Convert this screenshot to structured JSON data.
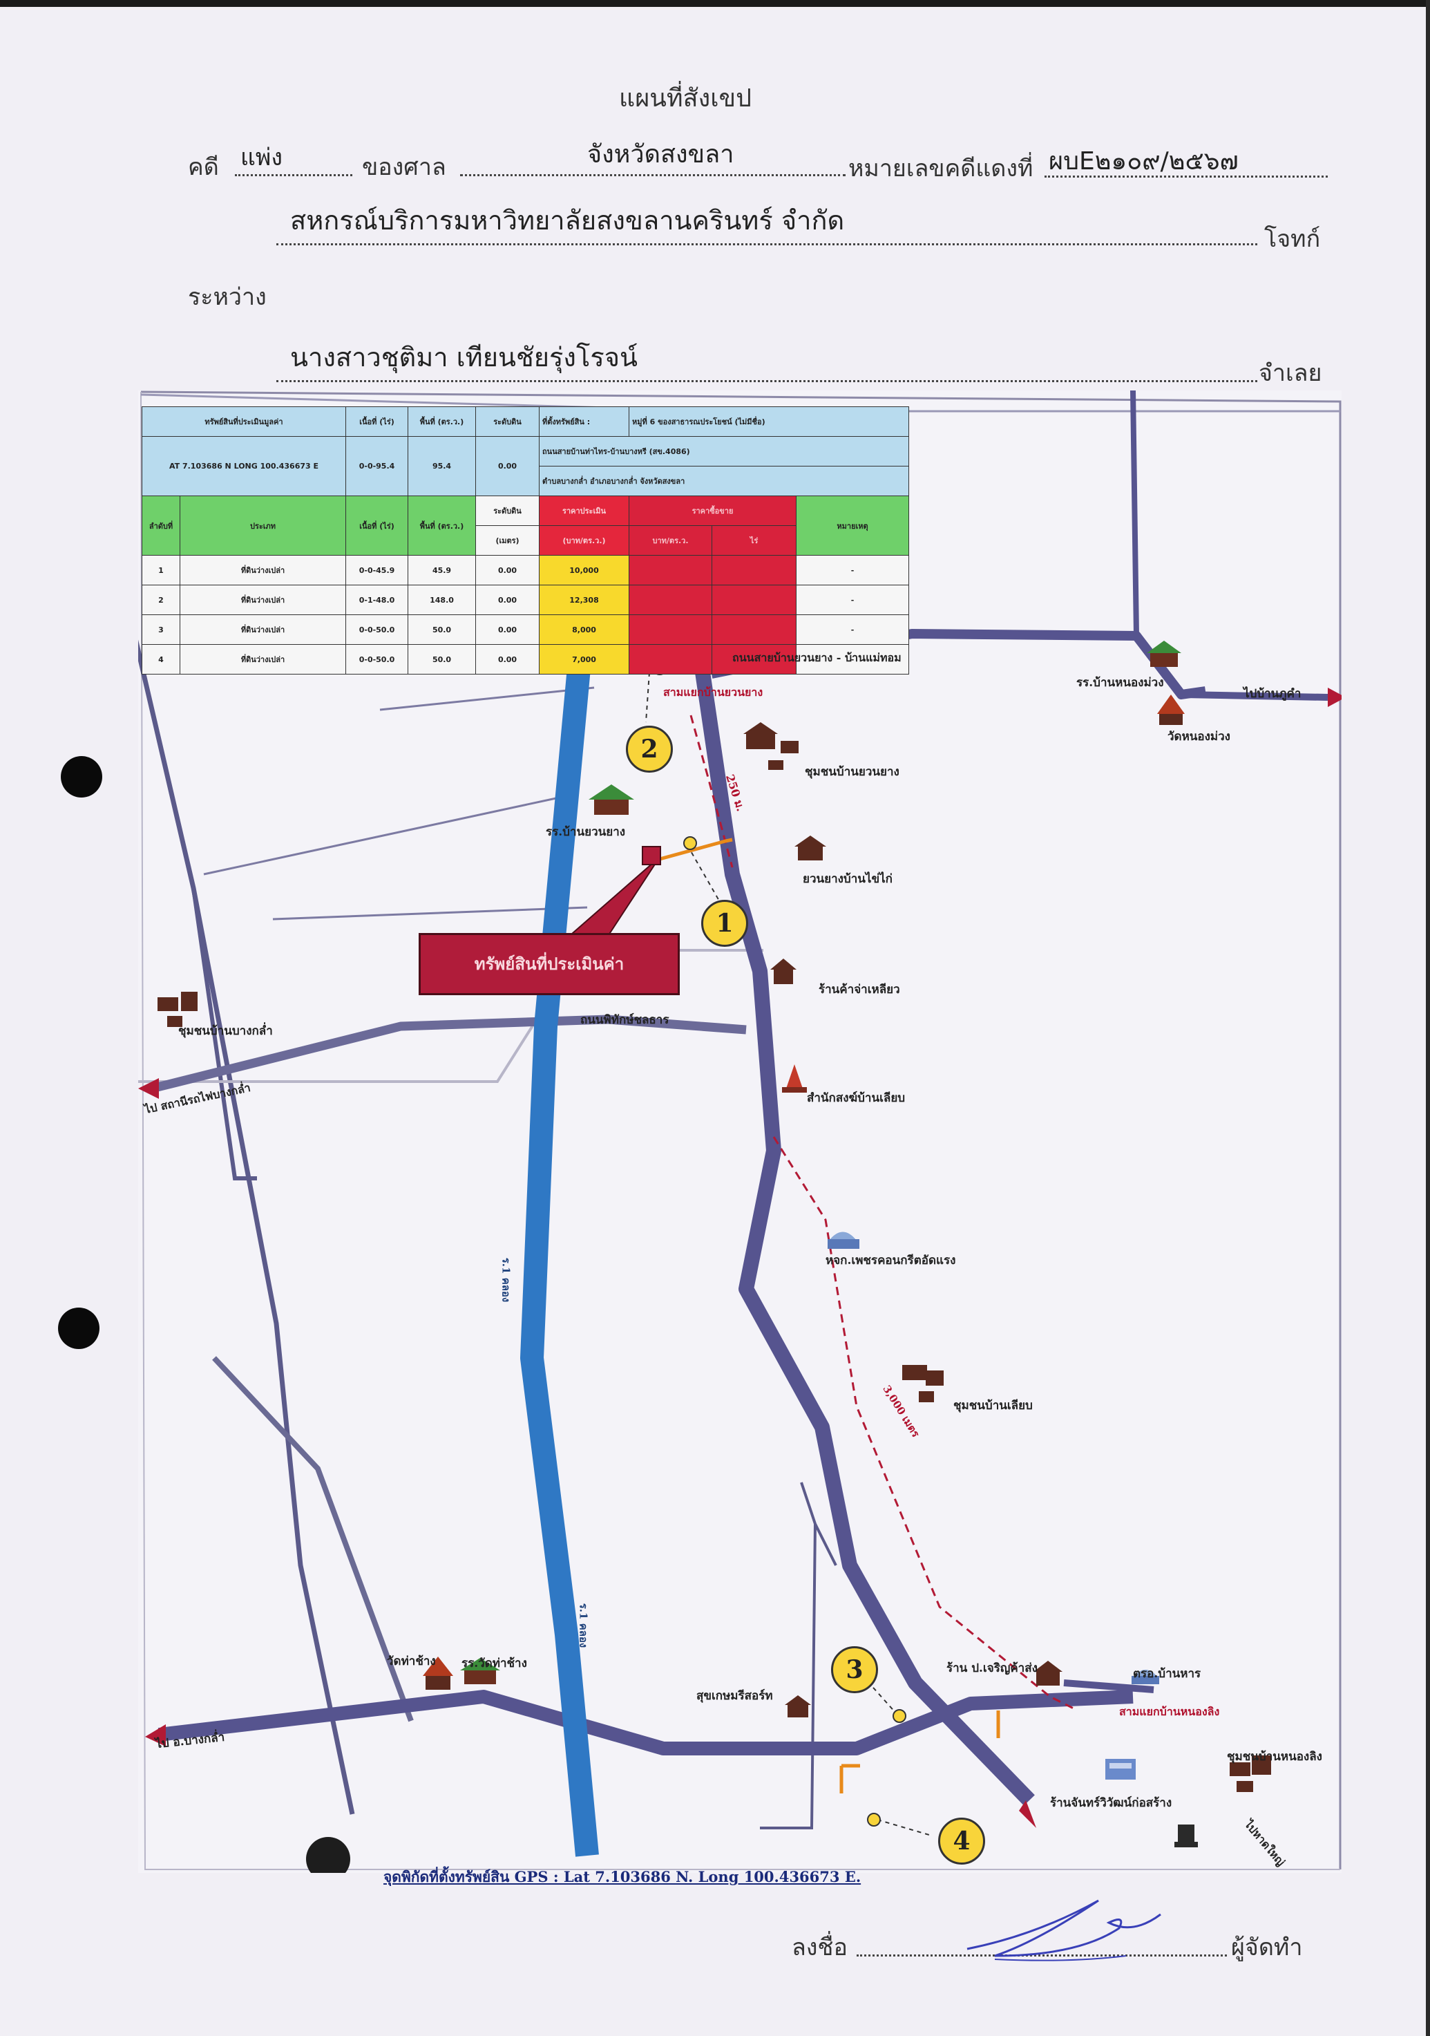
{
  "header": {
    "title": "แผนที่สังเขป",
    "case_prefix": "คดี",
    "case_type": "แพ่ง",
    "court_label": "ของศาล",
    "province": "จังหวัดสงขลา",
    "red_case_label": "หมายเลขคดีแดงที่",
    "red_case_number": "ผบE๒๑๐๙/๒๕๖๗",
    "plaintiff": "สหกรณ์บริการมหาวิทยาลัยสงขลานครินทร์ จำกัด",
    "plaintiff_label": "โจทก์",
    "between_label": "ระหว่าง",
    "defendant": "นางสาวชุติมา เทียนชัยรุ่งโรจน์",
    "defendant_label": "จำเลย"
  },
  "table": {
    "head": [
      "ทรัพย์สินที่ประเมินมูลค่า",
      "เนื้อที่ (ไร่)",
      "พื้นที่ (ตร.ว.)",
      "ระดับดิน",
      "ที่ตั้งทรัพย์สิน :",
      "หมู่ที่ 6 ของสาธารณประโยชน์ (ไม่มีชื่อ)"
    ],
    "coord_row": [
      "AT 7.103686 N  LONG 100.436673 E",
      "0-0-95.4",
      "95.4",
      "0.00",
      "ถนนสายบ้านท่าไทร-บ้านบางหรี (สข.4086)"
    ],
    "location_line": "ตำบลบางกล่ำ  อำเภอบางกล่ำ  จังหวัดสงขลา",
    "columns": [
      "ลำดับที่",
      "ประเภท",
      "เนื้อที่ (ไร่)",
      "พื้นที่ (ตร.ว.)",
      "ระดับดิน",
      "ราคาประเมิน",
      "ราคาซื้อขาย",
      "หมายเหตุ"
    ],
    "sub_columns": [
      "(เมตร)",
      "(บาท/ตร.ว.)",
      "บาท/ตร.ว.",
      "ไร่"
    ],
    "rows": [
      {
        "no": "1",
        "type": "ที่ดินว่างเปล่า",
        "rai": "0-0-45.9",
        "wah": "45.9",
        "level": "0.00",
        "price": "10,000",
        "note": "-"
      },
      {
        "no": "2",
        "type": "ที่ดินว่างเปล่า",
        "rai": "0-1-48.0",
        "wah": "148.0",
        "level": "0.00",
        "price": "12,308",
        "note": "-"
      },
      {
        "no": "3",
        "type": "ที่ดินว่างเปล่า",
        "rai": "0-0-50.0",
        "wah": "50.0",
        "level": "0.00",
        "price": "8,000",
        "note": "-"
      },
      {
        "no": "4",
        "type": "ที่ดินว่างเปล่า",
        "rai": "0-0-50.0",
        "wah": "50.0",
        "level": "0.00",
        "price": "7,000",
        "note": "-"
      }
    ]
  },
  "map": {
    "callout": "ทรัพย์สินที่ประเมินค่า",
    "labels": {
      "road_top": "ถนนสายบ้านยวนยาง - บ้านแม่ทอม",
      "junction_top": "สามแยกบ้านยวนยาง",
      "community_yuan_yang": "ชุมชนบ้านยวนยาง",
      "dist_250": "250 ม.",
      "school_yuan_yang": "รร.บ้านยวนยาง",
      "yuan_yang_chicken": "ยวนยางบ้านไข่ไก่",
      "shop_jam": "ร้านค้าจ่าเหลียว",
      "road_pitak": "ถนนพิทักษ์ชลธาร",
      "community_bang_klam": "ชุมชนบ้านบางกล่ำ",
      "to_station": "ไป สถานีรถไฟบางกล่ำ",
      "monk_office": "สำนักสงฆ์บ้านเลียบ",
      "factory": "หจก.เพชรคอนกรีตอัดแรง",
      "community_liab": "ชุมชนบ้านเลียบ",
      "dist_3000": "3,000 เมตร",
      "school_nong_muang": "รร.บ้านหนองม่วง",
      "temple_nong_muang": "วัดหนองม่วง",
      "to_ban_phu_kham": "ไปบ้านภูคำ",
      "temple_tha_chang": "วัดท่าช้าง",
      "school_tha_chang": "รร.วัดท่าช้าง",
      "to_bang_klam": "ไป อ.บางกล่ำ",
      "resort": "สุขเกษมรีสอร์ท",
      "shop_charoen": "ร้าน ป.เจริญค้าส่ง",
      "police": "ตรอ.บ้านหาร",
      "junction_nong_ling": "สามแยกบ้านหนองลิง",
      "community_nong_ling": "ชุมชนบ้านหนองลิง",
      "construction_shop": "ร้านจันทร์วิวัฒน์ก่อสร้าง",
      "to_hat_yai": "ไปหาดใหญ่",
      "canal_top": "ร.1 คลอง",
      "canal_bottom": "ร.1 คลอง",
      "gps": "จุดพิกัดที่ตั้งทรัพย์สิน GPS : Lat 7.103686 N. Long 100.436673 E."
    },
    "markers": [
      "1",
      "2",
      "3",
      "4"
    ]
  },
  "footer": {
    "sign_label": "ลงชื่อ",
    "preparer_label": "ผู้จัดทำ"
  },
  "colors": {
    "road": "#56548f",
    "canal": "#2f78c4",
    "price_cell": "#f8d92c",
    "buy_cell": "#d8223c",
    "header_blue": "#b8dbee",
    "header_green": "#6fd06a",
    "route_line": "#b21a35",
    "signature": "#3940b8"
  }
}
